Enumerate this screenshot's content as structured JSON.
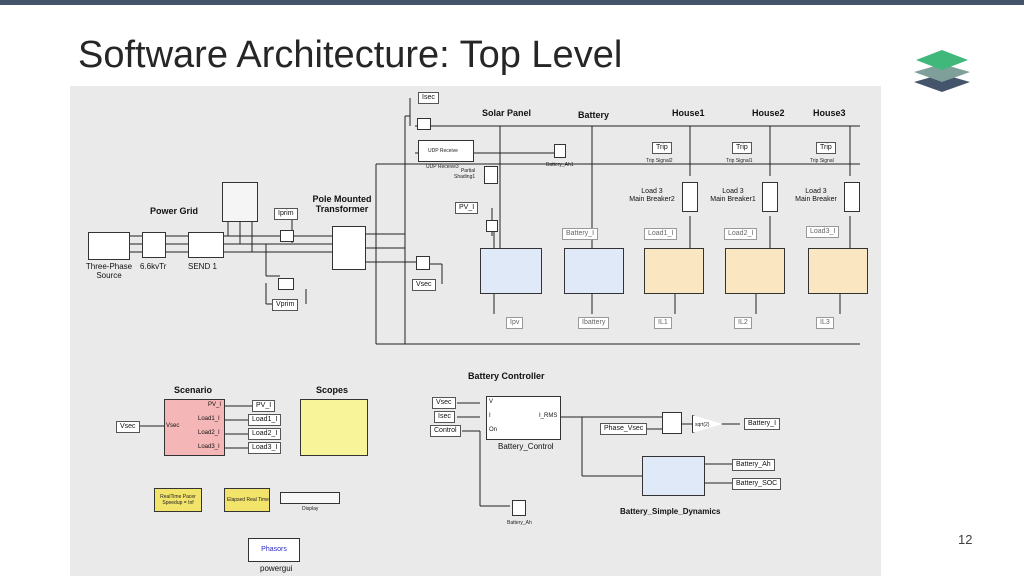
{
  "slide": {
    "title": "Software Architecture: Top Level",
    "page_number": "12",
    "accent_color": "#44546a",
    "logo": "layers-stack-icon"
  },
  "diagram": {
    "power_grid": {
      "title": "Power Grid",
      "source_label": "Three-Phase\nSource",
      "transformer_label": "6.6kvTr",
      "send_label": "SEND 1",
      "iprim": "Iprim",
      "vprim": "Vprim"
    },
    "pole_transformer": {
      "title": "Pole Mounted\nTransformer"
    },
    "signals": {
      "isec": "Isec",
      "pv_i": "PV_I",
      "vsec": "Vsec"
    },
    "solar_panel": {
      "title": "Solar Panel",
      "udp_receive": "UDP Receive",
      "udp_receive3": "UDP Receive3",
      "partial_shading": "Partial\nShading1",
      "ipv": "Ipv"
    },
    "battery": {
      "title": "Battery",
      "scope": "Battery_Ah1",
      "battery_i": "Battery_I",
      "ibattery": "Ibattery"
    },
    "houses": [
      {
        "title": "House1",
        "trip": "Trip",
        "trip_signal": "Trip Signal2",
        "breaker": "Load 3\nMain Breaker2",
        "load_tag": "Load1_I",
        "out": "IL1"
      },
      {
        "title": "House2",
        "trip": "Trip",
        "trip_signal": "Trip Signal1",
        "breaker": "Load 3\nMain Breaker1",
        "load_tag": "Load2_I",
        "out": "IL2"
      },
      {
        "title": "House3",
        "trip": "Trip",
        "trip_signal": "Trip Signal",
        "breaker": "Load 3\nMain Breaker",
        "load_tag": "Load3_I",
        "out": "IL3"
      }
    ],
    "scenario": {
      "title": "Scenario",
      "input": "Vsec",
      "in_port": "Vsec",
      "ports": [
        "PV_I",
        "Load1_I",
        "Load2_I",
        "Load3_I"
      ],
      "outs": [
        "PV_I",
        "Load1_I",
        "Load2_I",
        "Load3_I"
      ],
      "color": "#f4b6b6"
    },
    "scopes": {
      "title": "Scopes",
      "color": "#f7f49a"
    },
    "realtime_pacer": {
      "text": "RealTime Pacer\nSpeedup = Inf",
      "color": "#f2e36b"
    },
    "elapsed_time": {
      "text": "Elapsed Real Time",
      "display": "Display",
      "color": "#f2e36b"
    },
    "powergui": {
      "inner": "Phasors",
      "label": "powergui"
    },
    "battery_controller": {
      "title": "Battery Controller",
      "inputs": [
        "Vsec",
        "Isec",
        "Control"
      ],
      "ports_in": [
        "V",
        "I",
        "On"
      ],
      "port_out": "I_RMS",
      "block_label": "Battery_Control",
      "scope": "Battery_Ah",
      "phase_vsec": "Phase_Vsec",
      "gain": "sqrt(2)",
      "out_i": "Battery_I",
      "dyn_outs": [
        "Battery_Ah",
        "Battery_SOC"
      ],
      "dyn_label": "Battery_Simple_Dynamics"
    }
  }
}
